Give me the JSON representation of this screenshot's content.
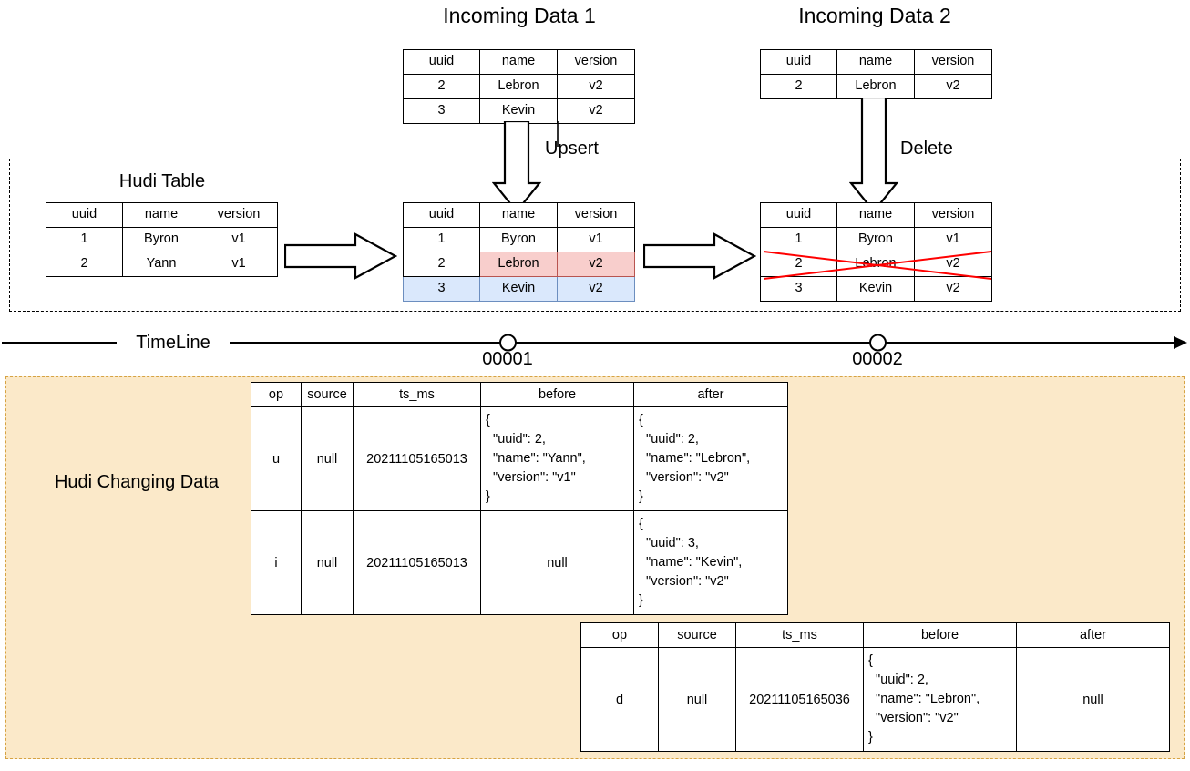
{
  "diagram": {
    "title_incoming_1": "Incoming Data 1",
    "title_incoming_2": "Incoming Data 2",
    "hudi_table_label": "Hudi Table",
    "upsert_label": "Upsert",
    "delete_label": "Delete",
    "timeline_label": "TimeLine",
    "timeline_marker_1": "00001",
    "timeline_marker_2": "00002",
    "changing_data_label": "Hudi Changing Data"
  },
  "colors": {
    "updated_row": "#f8cecc",
    "inserted_row": "#dae8fc",
    "deleted_strike": "#ff0000",
    "cdc_region_bg": "#fbe9c9",
    "cdc_region_border": "#d6a343"
  },
  "record_table": {
    "columns": [
      "uuid",
      "name",
      "version"
    ]
  },
  "incoming_data_1": {
    "rows": [
      [
        "2",
        "Lebron",
        "v2"
      ],
      [
        "3",
        "Kevin",
        "v2"
      ]
    ]
  },
  "incoming_data_2": {
    "rows": [
      [
        "2",
        "Lebron",
        "v2"
      ]
    ]
  },
  "hudi_table_initial": {
    "rows": [
      [
        "1",
        "Byron",
        "v1"
      ],
      [
        "2",
        "Yann",
        "v1"
      ]
    ]
  },
  "hudi_table_after_upsert": {
    "rows": [
      {
        "cells": [
          "1",
          "Byron",
          "v1"
        ],
        "state": "unchanged"
      },
      {
        "cells": [
          "2",
          "Lebron",
          "v2"
        ],
        "state": "updated"
      },
      {
        "cells": [
          "3",
          "Kevin",
          "v2"
        ],
        "state": "inserted"
      }
    ]
  },
  "hudi_table_after_delete": {
    "rows": [
      {
        "cells": [
          "1",
          "Byron",
          "v1"
        ],
        "state": "unchanged"
      },
      {
        "cells": [
          "2",
          "Lebron",
          "v2"
        ],
        "state": "deleted"
      },
      {
        "cells": [
          "3",
          "Kevin",
          "v2"
        ],
        "state": "unchanged"
      }
    ]
  },
  "cdc_table": {
    "columns": [
      "op",
      "source",
      "ts_ms",
      "before",
      "after"
    ]
  },
  "cdc_commit_00001": {
    "rows": [
      {
        "op": "u",
        "source": "null",
        "ts_ms": "20211105165013",
        "before": "{\n  \"uuid\": 2,\n  \"name\": \"Yann\",\n  \"version\": \"v1\"\n}",
        "after": "{\n  \"uuid\": 2,\n  \"name\": \"Lebron\",\n  \"version\": \"v2\"\n}"
      },
      {
        "op": "i",
        "source": "null",
        "ts_ms": "20211105165013",
        "before": "null",
        "after": "{\n  \"uuid\": 3,\n  \"name\": \"Kevin\",\n  \"version\": \"v2\"\n}"
      }
    ]
  },
  "cdc_commit_00002": {
    "rows": [
      {
        "op": "d",
        "source": "null",
        "ts_ms": "20211105165036",
        "before": "{\n  \"uuid\": 2,\n  \"name\": \"Lebron\",\n  \"version\": \"v2\"\n}",
        "after": "null"
      }
    ]
  }
}
